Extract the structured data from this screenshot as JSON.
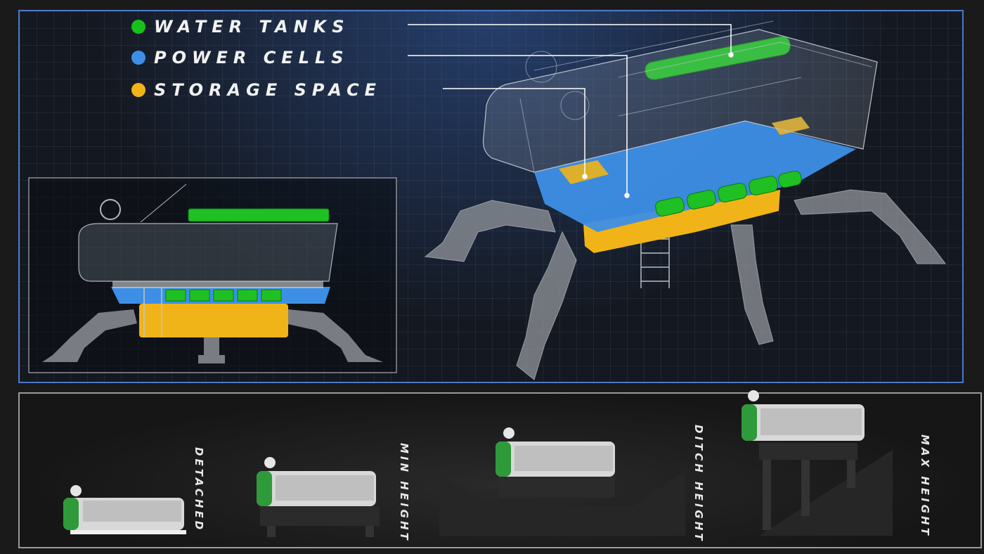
{
  "legend": {
    "items": [
      {
        "label": "WATER TANKS",
        "color": "#18c01c"
      },
      {
        "label": "POWER CELLS",
        "color": "#3d8fe6"
      },
      {
        "label": "STORAGE SPACE",
        "color": "#f0b418"
      }
    ]
  },
  "configurations": {
    "labels": [
      "DETACHED",
      "MIN HEIGHT",
      "DITCH HEIGHT",
      "MAX HEIGHT"
    ]
  },
  "colors": {
    "accent_border": "#4a78c8",
    "water": "#18c01c",
    "power": "#3d8fe6",
    "storage": "#f0b418",
    "module_green": "#2e9a3a",
    "ghost": "#9aa4b0"
  }
}
